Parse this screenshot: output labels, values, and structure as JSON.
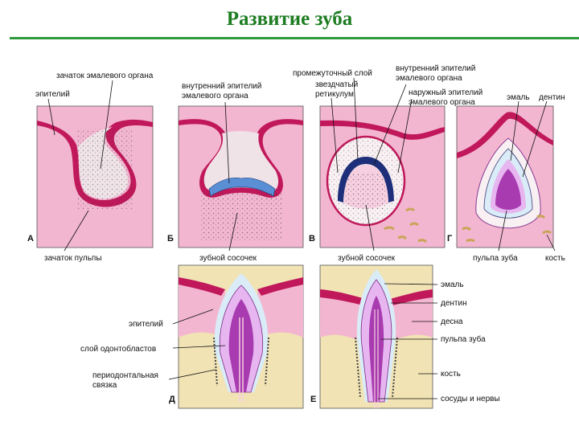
{
  "title": "Развитие зуба",
  "panels": {
    "a": "А",
    "b": "Б",
    "v": "В",
    "g": "Г",
    "d": "Д",
    "e": "Е"
  },
  "labels": {
    "enamel_organ_bud": "зачаток эмалевого органа",
    "epithelium_a": "эпителий",
    "pulp_bud": "зачаток пульпы",
    "inner_epithelium_b_1": "внутренний эпителий",
    "inner_epithelium_b_2": "эмалевого органа",
    "dental_papilla_b": "зубной сосочек",
    "intermediate_layer": "промежуточный слой",
    "stellate_1": "звездчатый",
    "stellate_2": "ретикулум",
    "inner_epithelium_v_1": "внутренний эпителий",
    "inner_epithelium_v_2": "эмалевого органа",
    "outer_epithelium_1": "наружный эпителий",
    "outer_epithelium_2": "эмалевого органа",
    "dental_papilla_v": "зубной сосочек",
    "enamel_g": "эмаль",
    "dentin_g": "дентин",
    "pulp_g": "пульпа зуба",
    "bone_g": "кость",
    "epithelium_d": "эпителий",
    "odontoblast_layer": "слой одонтобластов",
    "periodontal_1": "периодонтальная",
    "periodontal_2": "связка",
    "enamel_e": "эмаль",
    "dentin_e": "дентин",
    "gum_e": "десна",
    "pulp_e": "пульпа зуба",
    "bone_e": "кость",
    "vessels_e": "сосуды и нервы"
  },
  "colors": {
    "title": "#1e7d22",
    "rule": "#2f9a3a",
    "tissue": "#f3b6d0",
    "epithelium": "#c0185a",
    "bone": "#f1e3b4",
    "pulp": "#a83bb0",
    "dentin": "#e7b6f0",
    "enamel": "#d9ecf7",
    "papilla": "#f8f0f2"
  }
}
